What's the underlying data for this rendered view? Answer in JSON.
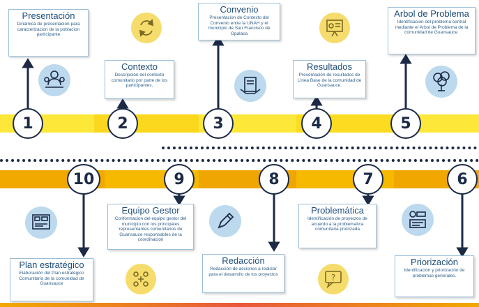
{
  "steps": {
    "s1": {
      "number": "1",
      "title": "Presentación",
      "desc": "Dinamica de presentacion para caracterizacion de la poblacion participante"
    },
    "s2": {
      "number": "2",
      "title": "Contexto",
      "desc": "Descripción del contexto comunitario por parte de los participantes."
    },
    "s3": {
      "number": "3",
      "title": "Convenio",
      "desc": "Presentacion de Contexto del Convenio entre la UNAH y el municipio de San Francisco de Opalaca"
    },
    "s4": {
      "number": "4",
      "title": "Resultados",
      "desc": "Presentación de resultados de Línea Base de la comunidad de Guansauce."
    },
    "s5": {
      "number": "5",
      "title": "Arbol de Problema",
      "desc": "Identificacion del problema central mediante el Arbol de Problema de la comunidad de Guansauce."
    },
    "s6": {
      "number": "6",
      "title": "Priorización",
      "desc": "Identificación y priorización de problemas generales."
    },
    "s7": {
      "number": "7",
      "title": "Problemática",
      "desc": "Identificación de proyectos de acuerdo a la problematica comunitaria priorizada"
    },
    "s8": {
      "number": "8",
      "title": "Redacción",
      "desc": "Redacción de acciones a realizar para el desarrollo de los proyectos"
    },
    "s9": {
      "number": "9",
      "title": "Equipo Gestor",
      "desc": "Conformacion del equipo gestor del municipio con los principales representantes comunitarios de Guansauce responsables de la coordinación"
    },
    "s10": {
      "number": "10",
      "title": "Plan estratégico",
      "desc": "Elaboración del Plan estratégico Comunitario de la comunidad de Guansauce"
    }
  },
  "icons": [
    "people-meeting-icon",
    "recycle-arrows-icon",
    "handshake-document-icon",
    "presentation-board-icon",
    "tree-icon",
    "checklist-icon",
    "question-chat-icon",
    "pencil-icon",
    "team-puzzle-icon",
    "strategy-board-icon"
  ],
  "colors": {
    "yellow": "#fde83a",
    "orange": "#f7b500",
    "navy": "#1c2a46",
    "lightblue": "#bcd9ee"
  }
}
